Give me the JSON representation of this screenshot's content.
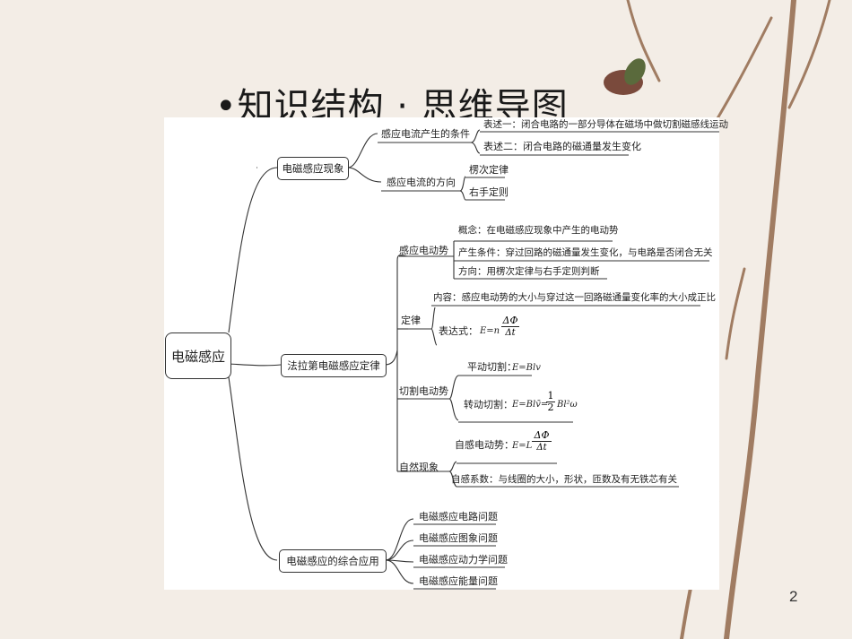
{
  "slide": {
    "title": "•知识结构 · 思维导图",
    "page_number": "2"
  },
  "mindmap": {
    "root": "电磁感应",
    "branch1": {
      "label": "电磁感应现象",
      "sub1": {
        "label": "感应电流产生的条件",
        "leaves": [
          "表述一：闭合电路的一部分导体在磁场中做切割磁感线运动",
          "表述二：闭合电路的磁通量发生变化"
        ]
      },
      "sub2": {
        "label": "感应电流的方向",
        "leaves": [
          "楞次定律",
          "右手定则"
        ]
      }
    },
    "branch2": {
      "label": "法拉第电磁感应定律",
      "emf": {
        "label": "感应电动势",
        "leaves": [
          "概念：在电磁感应现象中产生的电动势",
          "产生条件：穿过回路的磁通量发生变化，与电路是否闭合无关",
          "方向：用楞次定律与右手定则判断"
        ]
      },
      "law": {
        "label": "定律",
        "content": "内容：感应电动势的大小与穿过这一回路磁通量变化率的大小成正比",
        "expr_label": "表达式：",
        "expr_lhs": "E=n",
        "expr_num": "ΔΦ",
        "expr_den": "Δt"
      },
      "cut": {
        "label": "切割电动势",
        "translate_label": "平动切割：",
        "translate_expr": "E=Blv",
        "rotate_label": "转动切割：",
        "rotate_expr": "E=Blv̄=",
        "rotate_num": "1",
        "rotate_den": "2",
        "rotate_tail": "Bl²ω"
      },
      "self": {
        "label": "自然现象",
        "emf_label": "自感电动势：",
        "emf_lhs": "E=L",
        "emf_num": "ΔΦ",
        "emf_den": "Δt",
        "coef": "自感系数：与线圈的大小，形状，匝数及有无铁芯有关"
      }
    },
    "branch3": {
      "label": "电磁感应的综合应用",
      "leaves": [
        "电磁感应电路问题",
        "电磁感应图象问题",
        "电磁感应动力学问题",
        "电磁感应能量问题"
      ]
    }
  },
  "colors": {
    "background": "#f3ede6",
    "panel": "#ffffff",
    "line": "#333333",
    "branch": "#8a6a55",
    "flower": "#7a4a3c"
  }
}
